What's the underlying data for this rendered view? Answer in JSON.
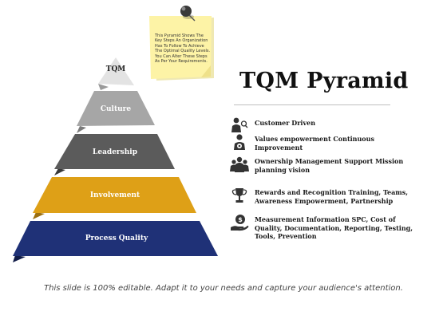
{
  "pyramid": {
    "tiers": [
      {
        "label": "TQM",
        "color": "#e3e3e3"
      },
      {
        "label": "Culture",
        "color": "#a6a6a6"
      },
      {
        "label": "Leadership",
        "color": "#5b5b5b"
      },
      {
        "label": "Involvement",
        "color": "#dea017"
      },
      {
        "label": "Process Quality",
        "color": "#1f3177"
      }
    ]
  },
  "note": {
    "text": "This Pyramid Shows The Key Steps An Organization Has To Follow To Achieve The Optimal Quality Levels. You Can Alter These Steps As Per Your Requirements.",
    "color": "#fdf3a6"
  },
  "title": "TQM Pyramid",
  "items": [
    {
      "icon": "customer-icon",
      "text": "Customer Driven"
    },
    {
      "icon": "empowerment-icon",
      "text": "Values empowerment Continuous Improvement"
    },
    {
      "icon": "team-icon",
      "text": "Ownership Management Support Mission planning vision"
    },
    {
      "icon": "trophy-icon",
      "text": "Rewards and Recognition Training, Teams, Awareness Empowerment, Partnership"
    },
    {
      "icon": "money-hand-icon",
      "text": "Measurement Information SPC, Cost of Quality, Documentation, Reporting, Testing, Tools, Prevention"
    }
  ],
  "footer": "This slide is 100% editable. Adapt it to your needs and capture your audience's attention."
}
